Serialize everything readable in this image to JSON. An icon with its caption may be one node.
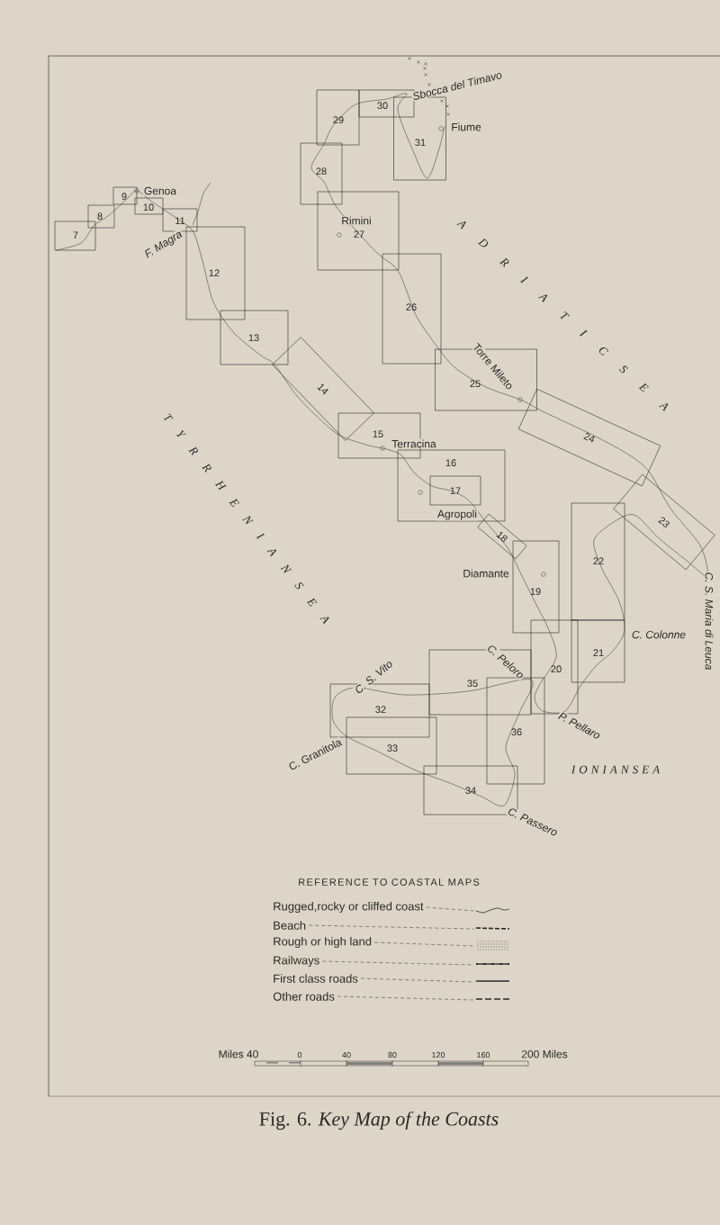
{
  "diagram": {
    "caption": "Fig. 6. *Key Map of the Coasts*",
    "nodes": [
      {
        "text": [
          "7"
        ]
      },
      {
        "text": [
          "8"
        ]
      },
      {
        "text": [
          "9"
        ]
      },
      {
        "text": [
          "10"
        ]
      },
      {
        "text": [
          "11"
        ]
      },
      {
        "text": [
          "12"
        ]
      },
      {
        "text": [
          "13"
        ]
      },
      {
        "text": [
          "14"
        ]
      },
      {
        "text": [
          "15"
        ]
      },
      {
        "text": [
          "16"
        ]
      },
      {
        "text": [
          "17"
        ],
        "in": 9
      },
      {
        "text": [
          "18"
        ]
      },
      {
        "text": [
          "19"
        ]
      },
      {
        "text": [
          "20"
        ]
      },
      {
        "text": [
          "21"
        ]
      },
      {
        "text": [
          "22"
        ]
      },
      {
        "text": [
          "23"
        ]
      },
      {
        "text": [
          "24"
        ]
      },
      {
        "text": [
          "25"
        ]
      },
      {
        "text": [
          "26"
        ]
      },
      {
        "text": [
          "27"
        ]
      },
      {
        "text": [
          "28"
        ]
      },
      {
        "text": [
          "29"
        ]
      },
      {
        "text": [
          "30"
        ]
      },
      {
        "text": [
          "31"
        ]
      },
      {
        "text": [
          "32"
        ]
      },
      {
        "text": [
          "33"
        ]
      },
      {
        "text": [
          "34"
        ]
      },
      {
        "text": [
          "35"
        ]
      },
      {
        "text": [
          "36"
        ]
      }
    ],
    "labels": [
      "Sbocca del Timavo",
      "Fiume",
      "Genoa",
      "F. Magra",
      "Rimini",
      "A D R I A T I C S E A",
      "Torre Mileto",
      "T Y R R H E N I A N S E A",
      "Terracina",
      "Agropoli",
      "Diamante",
      "C. S. Maria di Leuca",
      "C. Colonne",
      "C. S. Vito",
      "C. Peloro",
      "P. Pellaro",
      "C. Granitola",
      "I O N I A N S E A",
      "C. Passero",
      "REFERENCE TO COASTAL MAPS",
      "Miles 40",
      "0",
      "40",
      "80",
      "120",
      "160",
      "200 Miles"
    ],
    "legend": [
      {
        "text": "Rugged,rocky or cliffed coast"
      },
      {
        "text": "Beach"
      },
      {
        "text": "Rough or high land"
      },
      {
        "text": "Railways"
      },
      {
        "text": "First class roads"
      },
      {
        "text": "Other roads"
      }
    ]
  }
}
